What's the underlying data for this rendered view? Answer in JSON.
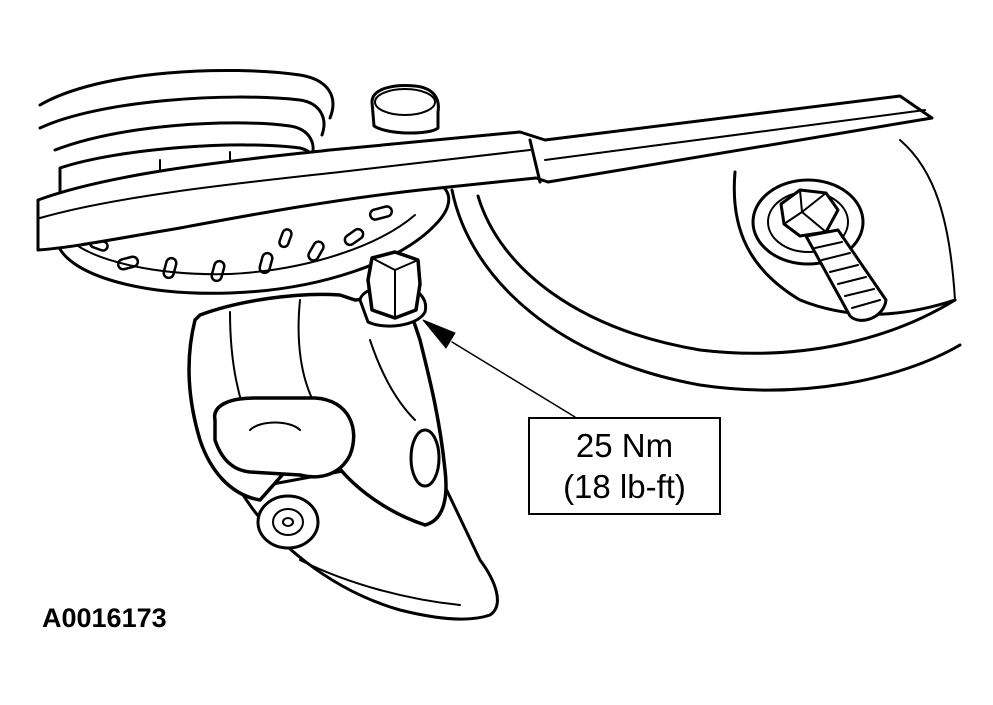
{
  "callout": {
    "torque_nm": "25 Nm",
    "torque_lbft": "(18 lb-ft)"
  },
  "figure_id": "A0016173"
}
